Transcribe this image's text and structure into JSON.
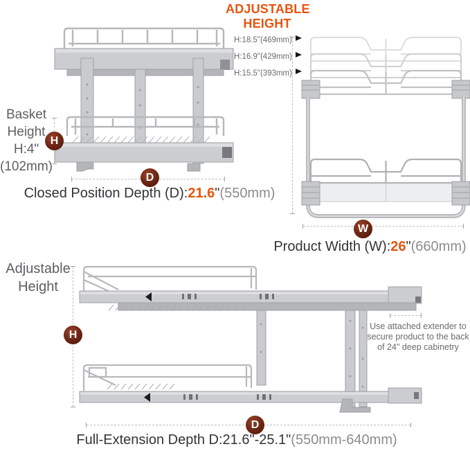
{
  "colors": {
    "accent_orange": "#E8540E",
    "badge_maroon": "#5E2110",
    "text_dark": "#343436",
    "text_gray": "#5F5F61",
    "text_light_gray": "#8C8C8E",
    "metal_light": "#DCDEE0",
    "metal_mid": "#C9CBCE",
    "metal_dark": "#A9ABAE"
  },
  "badges": {
    "height": "H",
    "depth": "D",
    "width": "W"
  },
  "closed_view": {
    "basket_height": {
      "line1": "Basket",
      "line2": "Height",
      "line3": "H:4\"",
      "line4": "(102mm)"
    },
    "depth_caption": {
      "prefix": "Closed Position Depth (D):",
      "value": "21.6",
      "unit": "\"",
      "suffix": "(550mm)"
    }
  },
  "adjustable_view": {
    "heading": {
      "line1": "ADJUSTABLE",
      "line2": "HEIGHT"
    },
    "height_options": [
      {
        "label": "H:18.5\"(469mm)"
      },
      {
        "label": "H:16.9\"(429mm)"
      },
      {
        "label": "H:15.5\"(393mm)"
      }
    ],
    "width_caption": {
      "prefix": "Product Width (W):",
      "value": "26",
      "unit": "\"",
      "suffix": "(660mm)"
    }
  },
  "extended_view": {
    "title": {
      "line1": "Adjustable",
      "line2": "Height"
    },
    "note": {
      "line1": "Use attached extender to",
      "line2": "secure product to the back",
      "line3": "of 24\" deep cabinetry"
    },
    "depth_caption": {
      "prefix": "Full-Extension Depth D:21.6\"-25.1\"",
      "suffix": "(550mm-640mm)"
    }
  }
}
